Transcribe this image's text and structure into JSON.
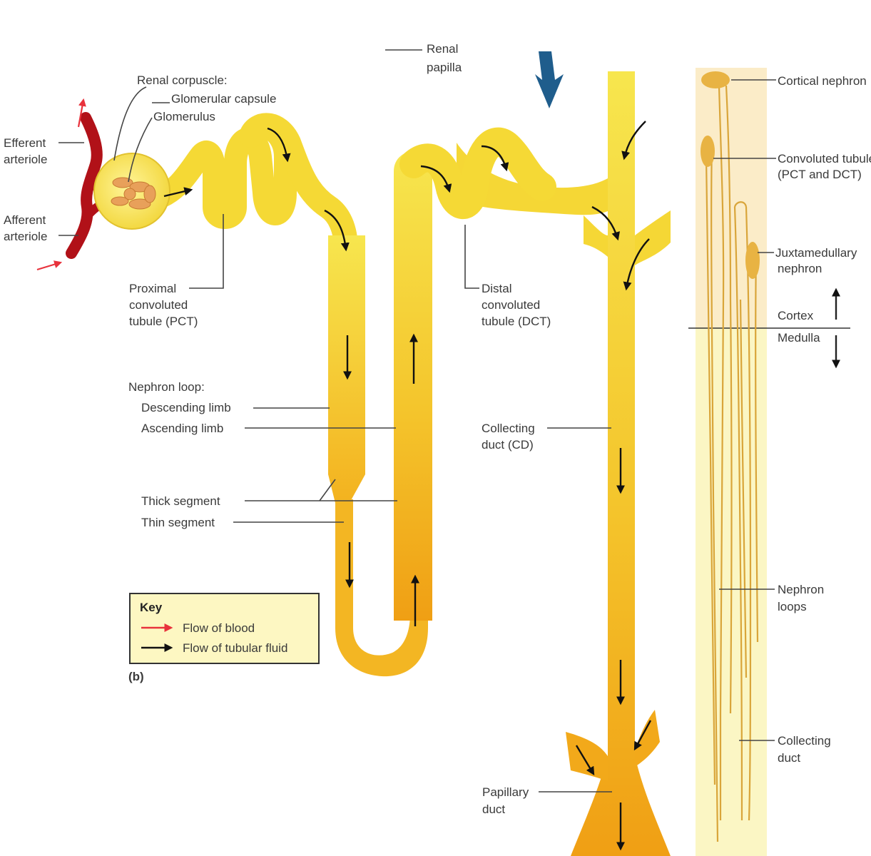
{
  "diagram": {
    "labels": {
      "renal_papilla_1": "Renal",
      "renal_papilla_2": "papilla",
      "renal_corpuscle": "Renal corpuscle:",
      "glomerular_capsule": "Glomerular capsule",
      "glomerulus": "Glomerulus",
      "efferent_1": "Efferent",
      "efferent_2": "arteriole",
      "afferent_1": "Afferent",
      "afferent_2": "arteriole",
      "pct_1": "Proximal",
      "pct_2": "convoluted",
      "pct_3": "tubule (PCT)",
      "dct_1": "Distal",
      "dct_2": "convoluted",
      "dct_3": "tubule (DCT)",
      "nephron_loop": "Nephron loop:",
      "descending_limb": "Descending limb",
      "ascending_limb": "Ascending limb",
      "collecting_duct_1": "Collecting",
      "collecting_duct_2": "duct (CD)",
      "thick_segment": "Thick segment",
      "thin_segment": "Thin segment",
      "papillary_duct_1": "Papillary",
      "papillary_duct_2": "duct",
      "panel": "(b)"
    },
    "key": {
      "title": "Key",
      "blood": "Flow of blood",
      "fluid": "Flow of tubular fluid"
    },
    "side": {
      "cortical_nephron": "Cortical nephron",
      "convoluted_1": "Convoluted tubules",
      "convoluted_2": "(PCT and DCT)",
      "juxta_1": "Juxtamedullary",
      "juxta_2": "nephron",
      "cortex": "Cortex",
      "medulla": "Medulla",
      "loops_1": "Nephron",
      "loops_2": "loops",
      "cd_1": "Collecting",
      "cd_2": "duct"
    },
    "colors": {
      "tubule_light": "#f6e24a",
      "tubule_dark": "#f2a81a",
      "blood": "#c0141c",
      "blood_arrow": "#e8323c",
      "cortex_band": "#fbecc8",
      "medulla_band": "#fbf6c4",
      "blue_arrow": "#1f5d8c"
    }
  }
}
